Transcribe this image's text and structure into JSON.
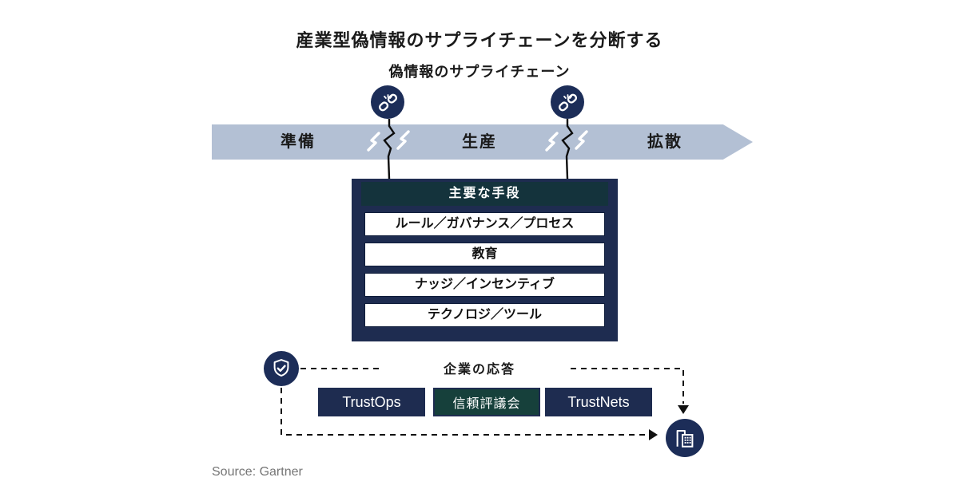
{
  "title": "産業型偽情報のサプライチェーンを分断する",
  "subtitle": "偽情報のサプライチェーン",
  "pipeline": {
    "stages": [
      {
        "label": "準備"
      },
      {
        "label": "生産"
      },
      {
        "label": "拡散"
      }
    ],
    "break_icon": "broken-link-icon",
    "band_color": "#b3c0d4"
  },
  "measures": {
    "header": "主要な手段",
    "items": [
      "ルール／ガバナンス／プロセス",
      "教育",
      "ナッジ／インセンティブ",
      "テクノロジ／ツール"
    ]
  },
  "response": {
    "label": "企業の応答",
    "boxes": [
      {
        "label": "TrustOps",
        "variant": "navy"
      },
      {
        "label": "信頼評議会",
        "variant": "teal"
      },
      {
        "label": "TrustNets",
        "variant": "navy"
      }
    ],
    "start_icon": "shield-check-icon",
    "end_icon": "enterprise-building-icon"
  },
  "source": "Source: Gartner",
  "colors": {
    "navy": "#1e2c50",
    "icon_circle_navy": "#1c2d58",
    "teal_header": "#14333c",
    "teal_box": "#16403b",
    "band_blue": "#b3c0d4",
    "text": "#1a1a1a",
    "source_gray": "#757575"
  }
}
